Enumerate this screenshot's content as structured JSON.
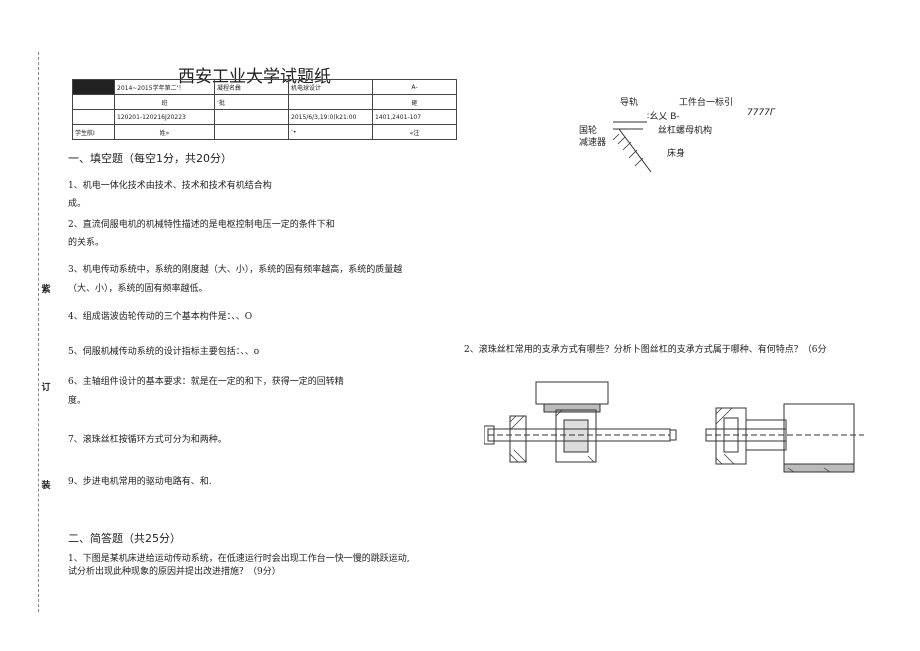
{
  "binding": [
    "紫",
    "订",
    "装"
  ],
  "title": "西安工业大学试题纸",
  "header": {
    "r1c2": "2014~2015学年第二ʼ！",
    "r1c3": "凝程名彝",
    "r1c4": "机电球设计",
    "r1c5": "A-",
    "r2c2": "班",
    "r2c3": "ʼ批",
    "r2c5": "砸",
    "r3c2": "120201-120216J20223",
    "r3c4": "2015/6/3,19:0(k21:00",
    "r3c5": "1401,2401-107",
    "r4c1": "学生航Ⅰ",
    "r4c2": "姓»",
    "r4c4": "ʼ•",
    "r4c5": "«注"
  },
  "section1": {
    "heading": "一、填空题（每空1分，共20分）",
    "q1a": "1、机电一体化技术由技术、技术和技术有机结合构",
    "q1b": "成。",
    "q2a": "2、直流伺服电机的机械特性描述的是电枢控制电压一定的条件下和",
    "q2b": "的关系。",
    "q3a": "3、机电传动系统中，系统的刚度越（大、小），系统的固有频率越高，系统的质量越",
    "q3b": "（大、小），系统的固有频率越低。",
    "q4": "4、组成谐波齿轮传动的三个基本构件是：、、O",
    "q5": "5、伺服机械传动系统的设计指标主要包括：、、o",
    "q6a": "6、主轴组件设计的基本要求：就是在一定的和下，获得一定的回转精",
    "q6b": "度。",
    "q7": "7、滚珠丝杠按循环方式可分为和两种。",
    "q9": "9、步进电机常用的驱动电路有、和."
  },
  "section2": {
    "heading": "二、简答题（共25分）",
    "q1a": "1、下图是某机床进给运动传动系统，在低速运行时会出现工作台一快一慢的跳跃运动,",
    "q1b": "试分析出现此种现象的原因并提出改进措施？（9分）",
    "q2": "2、滚珠丝杠常用的支承方式有哪些？分析卜图丝杠的支承方式属于哪种、有何特点？（6分"
  },
  "diagram": {
    "guide": "导轨",
    "table": "工件台一标引",
    "hatch": "7777Γ",
    "gear": "国轮",
    "reducer": "减速器",
    "mid": "∶幺乂 B-",
    "screw": "丝杠螺母机构",
    "bed": "床身"
  }
}
